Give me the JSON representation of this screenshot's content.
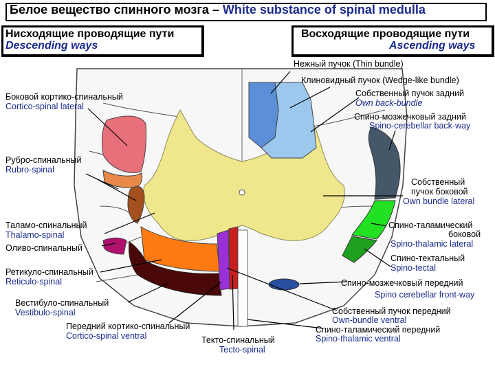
{
  "title": {
    "ru": "Белое вещество спинного мозга – ",
    "en": "White substance of spinal medulla"
  },
  "descending": {
    "ru": "Нисходящие проводящие пути",
    "en": "Descending ways"
  },
  "ascending": {
    "ru": "Восходящие проводящие пути",
    "en": "Ascending  ways"
  },
  "labels": {
    "thin": {
      "text": "Нежный пучок (Thin bundle)"
    },
    "wedge": {
      "text": "Клиновидный пучок (Wedge-like bundle)"
    },
    "own_back": {
      "ru": "Собственный пучок задний",
      "en": "Own back-bundle"
    },
    "spcb_back": {
      "ru": "Спино-мозжечковый задний",
      "en": "Spino-cerebellar back-way"
    },
    "cortico_lat": {
      "ru": "Боковой кортико-спинальный",
      "en": "Cortico-spinal lateral"
    },
    "rubro": {
      "ru": "Рубро-спинальный",
      "en": "Rubro-spinal"
    },
    "own_lat": {
      "ru1": "Собственный",
      "ru2": "пучок боковой",
      "en": "Own bundle lateral"
    },
    "thalamo": {
      "ru": "Таламо-спинальный",
      "en": "Thalamo-spinal"
    },
    "olivo": {
      "ru": "Оливо-спинальный"
    },
    "spthal_lat": {
      "ru1": "Спино-таламический",
      "ru2": "боковой",
      "en": "Spino-thalamic lateral"
    },
    "spino_tectal": {
      "ru": "Спино-тектальный",
      "en": "Spino-tectal"
    },
    "reticulo": {
      "ru": "Ретикуло-спинальный",
      "en": "Reticulo-spinal"
    },
    "spcb_front": {
      "ru": "Спино-мозжечковый передний",
      "en": "Spino cerebellar front-way"
    },
    "vestibulo": {
      "ru": "Вестибуло-спинальный",
      "en": "Vestibulo-spinal"
    },
    "own_front": {
      "ru": "Собственный пучок передний",
      "en": "Own-bundle ventral"
    },
    "cortico_ven": {
      "ru": "Передний кортико-спинальный",
      "en": "Cortico-spinal ventral"
    },
    "spthal_ven": {
      "ru": "Спино-таламический передний",
      "en": "Spino-thalamic ventral"
    },
    "tecto": {
      "ru": "Текто-спинальный",
      "en": "Tecto-spinal"
    }
  },
  "colors": {
    "gray_matter": "#f0e68c",
    "thin_bundle": "#5b8fd8",
    "wedge_bundle": "#9dc8ee",
    "cortico_lateral": "#e8707a",
    "rubro": "#e8894a",
    "rubro_dark": "#a34f1e",
    "thalamo_olivo": "#b0106e",
    "reticulo": "#ff7a10",
    "vestibulo": "#4a0808",
    "tecto": "#c81e1e",
    "cortico_ventral": "#9b30d8",
    "spcb_back": "#45586a",
    "spthal_lateral": "#22e022",
    "spino_tectal": "#1fa01f",
    "spcb_front": "#2a4ea0",
    "descending_accent": "#1a2a8c"
  }
}
